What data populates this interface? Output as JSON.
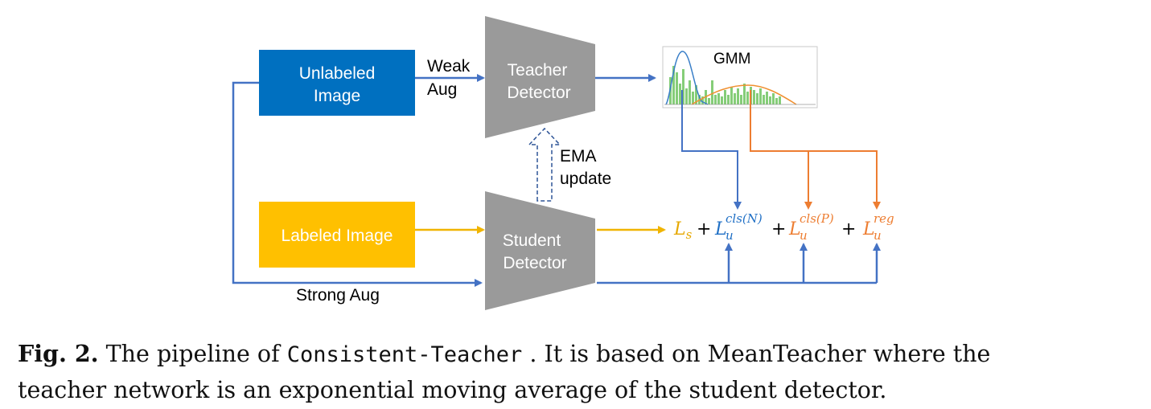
{
  "colors": {
    "blue": "#1f6fc5",
    "unlabeled_box": "#0070c0",
    "labeled_box": "#ffc000",
    "detector": "#9a9a9a",
    "orange": "#ed7d31",
    "arrow_blue": "#4472c4",
    "gold": "#e6a800",
    "histogram": "#70c060"
  },
  "nodes": {
    "unlabeled": "Unlabeled Image",
    "labeled": "Labeled Image",
    "teacher_line1": "Teacher",
    "teacher_line2": "Detector",
    "student_line1": "Student",
    "student_line2": "Detector"
  },
  "edge_labels": {
    "weak_line1": "Weak",
    "weak_line2": "Aug",
    "strong": "Strong Aug",
    "ema_line1": "EMA",
    "ema_line2": "update"
  },
  "gmm": {
    "title": "GMM"
  },
  "loss": {
    "Ls_base": "L",
    "Ls_sub": "s",
    "plus": "+",
    "Lu_base": "L",
    "Lu_sub": "u",
    "cls_n_sup": "cls(N)",
    "cls_p_sup": "cls(P)",
    "reg_sup": "reg"
  },
  "caption": {
    "fig_label": "Fig. 2.",
    "text_a": " The pipeline of ",
    "code": "Consistent-Teacher",
    "text_b": " . It is based on MeanTeacher where the",
    "line2": "teacher network is an exponential moving average of the student detector."
  }
}
